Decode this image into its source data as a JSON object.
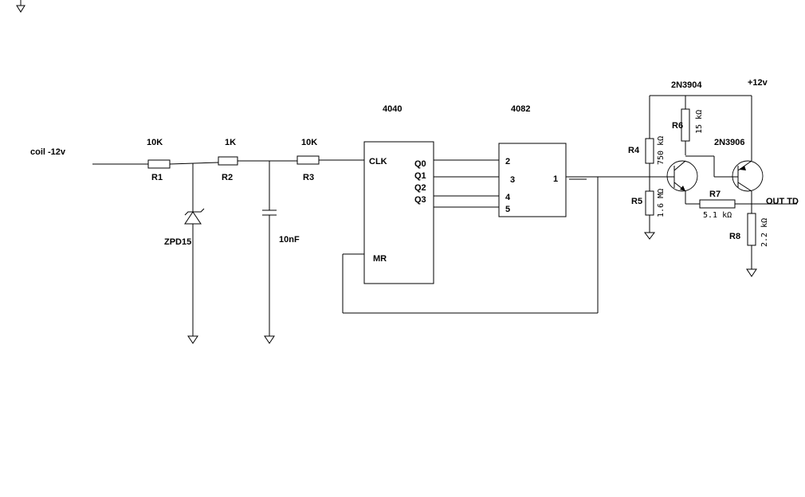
{
  "input_label": "coil -12v",
  "supply_label": "+12v",
  "output_label": "OUT TD",
  "resistors": {
    "r1": {
      "ref": "R1",
      "value": "10K"
    },
    "r2": {
      "ref": "R2",
      "value": "1K"
    },
    "r3": {
      "ref": "R3",
      "value": "10K"
    },
    "r4": {
      "ref": "R4",
      "value": "750 kΩ"
    },
    "r5": {
      "ref": "R5",
      "value": "1.6 MΩ"
    },
    "r6": {
      "ref": "R6",
      "value": "15 kΩ"
    },
    "r7": {
      "ref": "R7",
      "value": "5.1 kΩ"
    },
    "r8": {
      "ref": "R8",
      "value": "2.2 kΩ"
    }
  },
  "zener_label": "ZPD15",
  "capacitor_label": "10nF",
  "counter_ic": {
    "name": "4040",
    "clk": "CLK",
    "mr": "MR",
    "outputs": [
      "Q0",
      "Q1",
      "Q2",
      "Q3"
    ]
  },
  "gate_ic": {
    "name": "4082",
    "inputs": [
      "2",
      "3",
      "4",
      "5"
    ],
    "output": "1"
  },
  "transistors": {
    "npn": "2N3904",
    "pnp": "2N3906"
  }
}
